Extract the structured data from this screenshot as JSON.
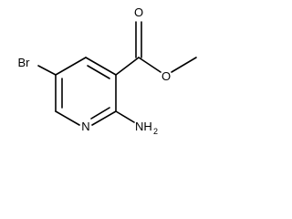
{
  "structure": {
    "atoms": {
      "bromine": "Br",
      "ring_nitrogen": "N",
      "amine": "NH",
      "amine_subscript": "2",
      "carbonyl_oxygen": "O",
      "ester_oxygen": "O"
    }
  },
  "colors": {
    "line": "#000000",
    "background": "#ffffff"
  }
}
